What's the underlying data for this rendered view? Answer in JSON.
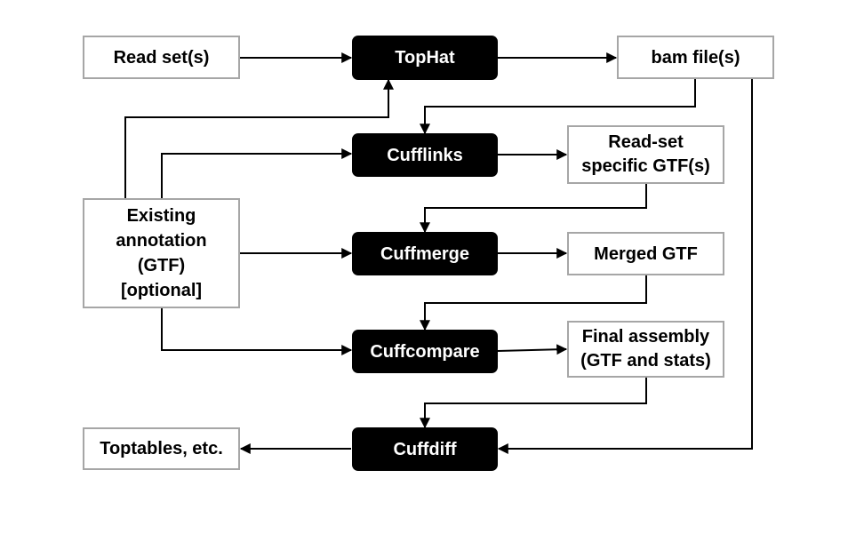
{
  "nodes": {
    "read_sets": "Read set(s)",
    "tophat": "TopHat",
    "bam_files": "bam file(s)",
    "cufflinks": "Cufflinks",
    "readset_gtf": "Read-set\nspecific GTF(s)",
    "existing_annotation": "Existing\nannotation\n(GTF)\n[optional]",
    "cuffmerge": "Cuffmerge",
    "merged_gtf": "Merged GTF",
    "cuffcompare": "Cuffcompare",
    "final_assembly": "Final assembly\n(GTF and stats)",
    "toptables": "Toptables, etc.",
    "cuffdiff": "Cuffdiff"
  },
  "colors": {
    "tool_fill": "#000000",
    "tool_text": "#ffffff",
    "io_border": "#a6a6a6",
    "edge": "#000000"
  }
}
